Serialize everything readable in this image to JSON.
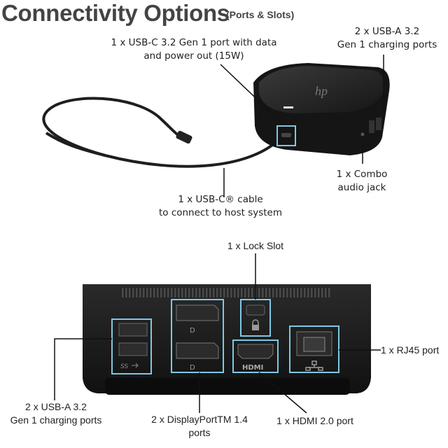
{
  "header": {
    "title": "Connectivity Options",
    "subtitle": "(Ports & Slots)"
  },
  "top_labels": {
    "usbc_port": [
      "1 x USB-C 3.2 Gen 1 port with data",
      "and power out (15W)"
    ],
    "usba_top": [
      "2 x USB-A 3.2",
      "Gen 1 charging ports"
    ],
    "audio_jack": [
      "1 x Combo",
      "audio jack"
    ],
    "usbc_cable": [
      "1 x USB-C® cable",
      "to connect to host system"
    ]
  },
  "bottom_labels": {
    "lock_slot": "1 x Lock Slot",
    "rj45": "1 x RJ45 port",
    "usba_rear": [
      "2 x USB-A 3.2",
      "Gen 1 charging ports"
    ],
    "displayport": [
      "2 x DisplayPortTM 1.4",
      "ports"
    ],
    "hdmi": "1 x HDMI 2.0 port"
  },
  "device_marks": {
    "ss_logo": "SS",
    "hdmi_logo": "HDMI",
    "dp_logo": "D"
  },
  "colors": {
    "highlight": "#7ec8e3",
    "device": "#1a1a1a",
    "title": "#444444"
  }
}
